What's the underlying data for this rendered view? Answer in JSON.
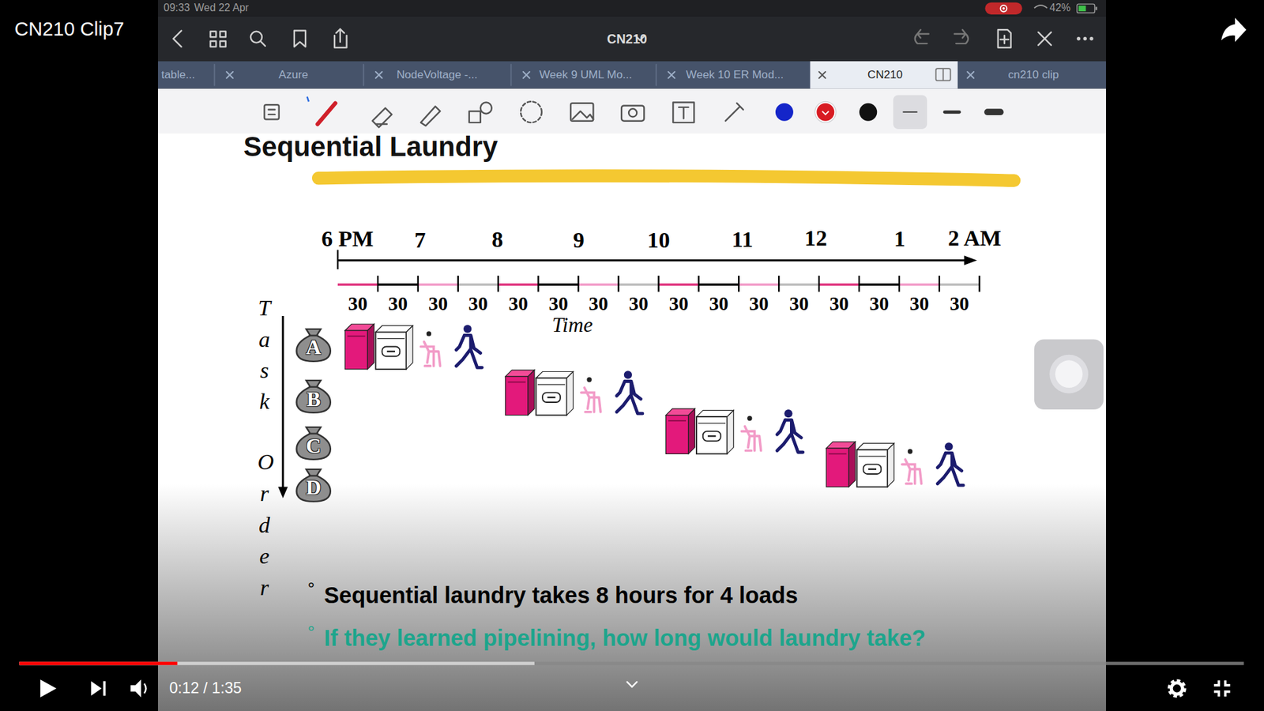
{
  "diagram": {
    "title": "Sequential Laundry",
    "nodes": [
      {
        "text": [
          "A"
        ]
      },
      {
        "text": [
          "B"
        ]
      },
      {
        "text": [
          "C"
        ]
      },
      {
        "text": [
          "D"
        ]
      }
    ],
    "labels": [
      "CN210 Clip7",
      "09:33",
      "Wed 22 Apr",
      "42%",
      "CN210",
      "table...",
      "Azure",
      "NodeVoltage -...",
      "Week 9 UML Mo...",
      "Week 10 ER Mod...",
      "CN210",
      "cn210 clip",
      "6 PM",
      "7",
      "8",
      "9",
      "10",
      "11",
      "12",
      "1",
      "2 AM",
      "30",
      "30",
      "30",
      "30",
      "30",
      "30",
      "30",
      "30",
      "30",
      "30",
      "30",
      "30",
      "30",
      "30",
      "30",
      "30",
      "Time",
      "Task",
      "Order",
      "°",
      "Sequential laundry takes 8 hours for 4 loads",
      "°",
      "If they learned pipelining, how long would laundry take?",
      "0:12 / 1:35"
    ]
  }
}
